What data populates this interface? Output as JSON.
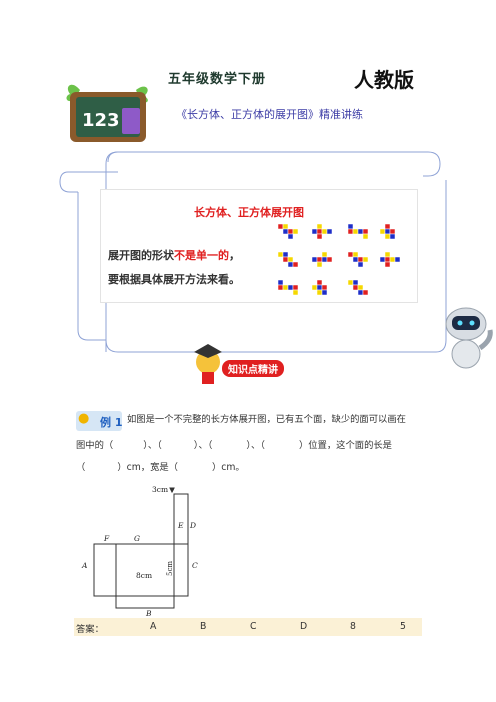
{
  "header": {
    "grade_title": "五年级数学下册",
    "edition": "人教版",
    "subtitle": "《长方体、正方体的展开图》精准讲练",
    "badge_digits": "123"
  },
  "scroll_panel": {
    "title": "长方体、正方体展开图",
    "line1_prefix": "展开图的形状",
    "line1_highlight": "不是单一的",
    "line1_suffix": "，",
    "line2": "要根据具体展开方法来看。"
  },
  "knowledge_banner": {
    "label": "知识点精讲"
  },
  "example": {
    "label": "例 1",
    "line1": "如图是一个不完整的长方体展开图，已有五个面，缺少的面可以画在",
    "line2_parts": [
      "图中的（",
      "）、（",
      "）、（",
      "）、（",
      "）位置，这个面的长是"
    ],
    "line3_parts": [
      "（",
      "）cm，宽是（",
      "）cm。"
    ]
  },
  "figure": {
    "dim_top": "3cm",
    "dim_bottom": "8cm",
    "dim_side": "5cm",
    "points": [
      "E",
      "D",
      "F",
      "G",
      "A",
      "C",
      "B"
    ]
  },
  "answer": {
    "label": "答案：",
    "values": [
      "A",
      "B",
      "C",
      "D",
      "8",
      "5"
    ]
  },
  "colors": {
    "accent_red": "#e02020",
    "subtitle_blue": "#3c3ca6",
    "answer_bg": "#fbf1d6",
    "net_red": "#e02020",
    "net_yellow": "#f5d800",
    "net_blue": "#1e2ec8"
  }
}
